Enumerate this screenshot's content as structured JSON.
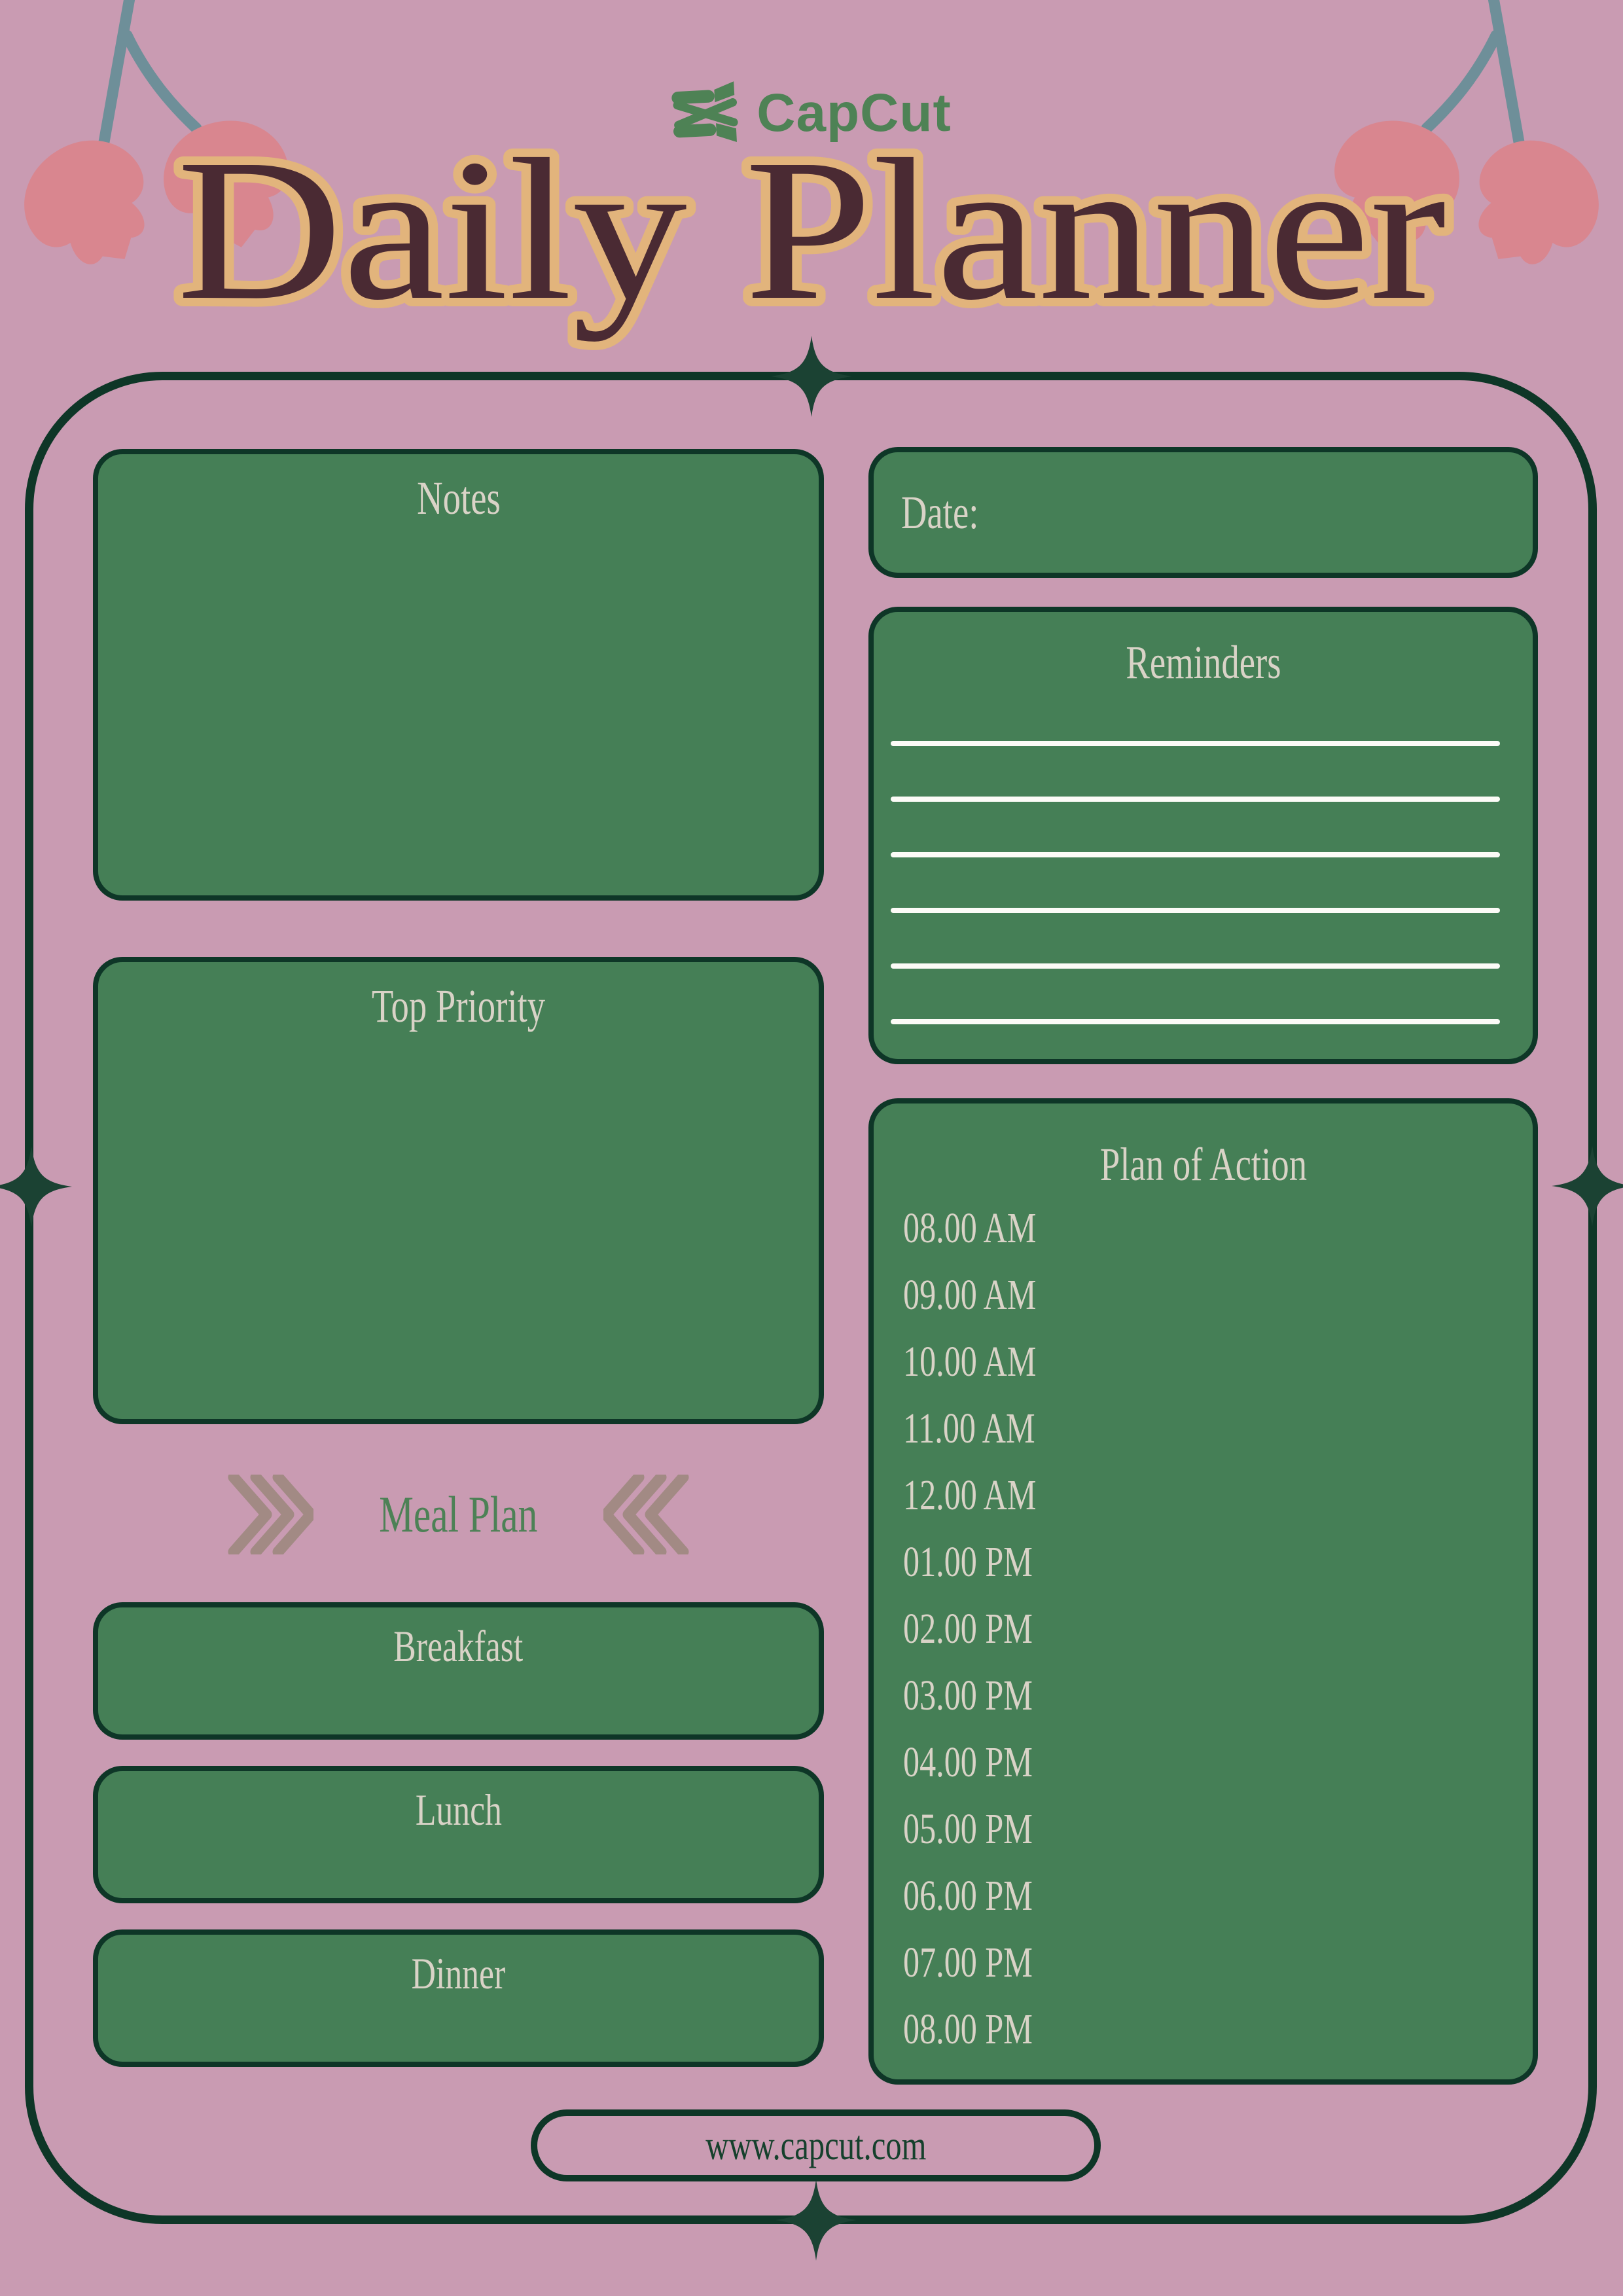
{
  "page": {
    "brand": "CapCut",
    "title": "Daily Planner",
    "website": "www.capcut.com"
  },
  "colors": {
    "background_pink": "#c99bb2",
    "panel_green": "#457f56",
    "border_dark_green": "#0e3627",
    "cream_text": "#d9d3c7",
    "title_brown": "#4a2a33",
    "title_outline_tan": "#e2b47c",
    "logo_green": "#4e8255",
    "meal_plan_green": "#4d8156",
    "flower_pink": "#d9868f",
    "stem_teal": "#6e8f99",
    "chevron_taupe": "#a28a84",
    "website_green": "#15402c",
    "reminder_line_white": "#fcfbf7"
  },
  "sections": {
    "notes": {
      "label": "Notes"
    },
    "top_priority": {
      "label": "Top Priority"
    },
    "date": {
      "label": "Date:"
    },
    "reminders": {
      "label": "Reminders",
      "line_count": 6
    },
    "plan_of_action": {
      "label": "Plan of Action",
      "times": [
        "08.00 AM",
        "09.00 AM",
        "10.00 AM",
        "11.00 AM",
        "12.00 AM",
        "01.00 PM",
        "02.00 PM",
        "03.00 PM",
        "04.00 PM",
        "05.00 PM",
        "06.00 PM",
        "07.00 PM",
        "08.00 PM"
      ]
    },
    "meal_plan": {
      "label": "Meal Plan",
      "meals": [
        {
          "label": "Breakfast"
        },
        {
          "label": "Lunch"
        },
        {
          "label": "Dinner"
        }
      ]
    }
  }
}
